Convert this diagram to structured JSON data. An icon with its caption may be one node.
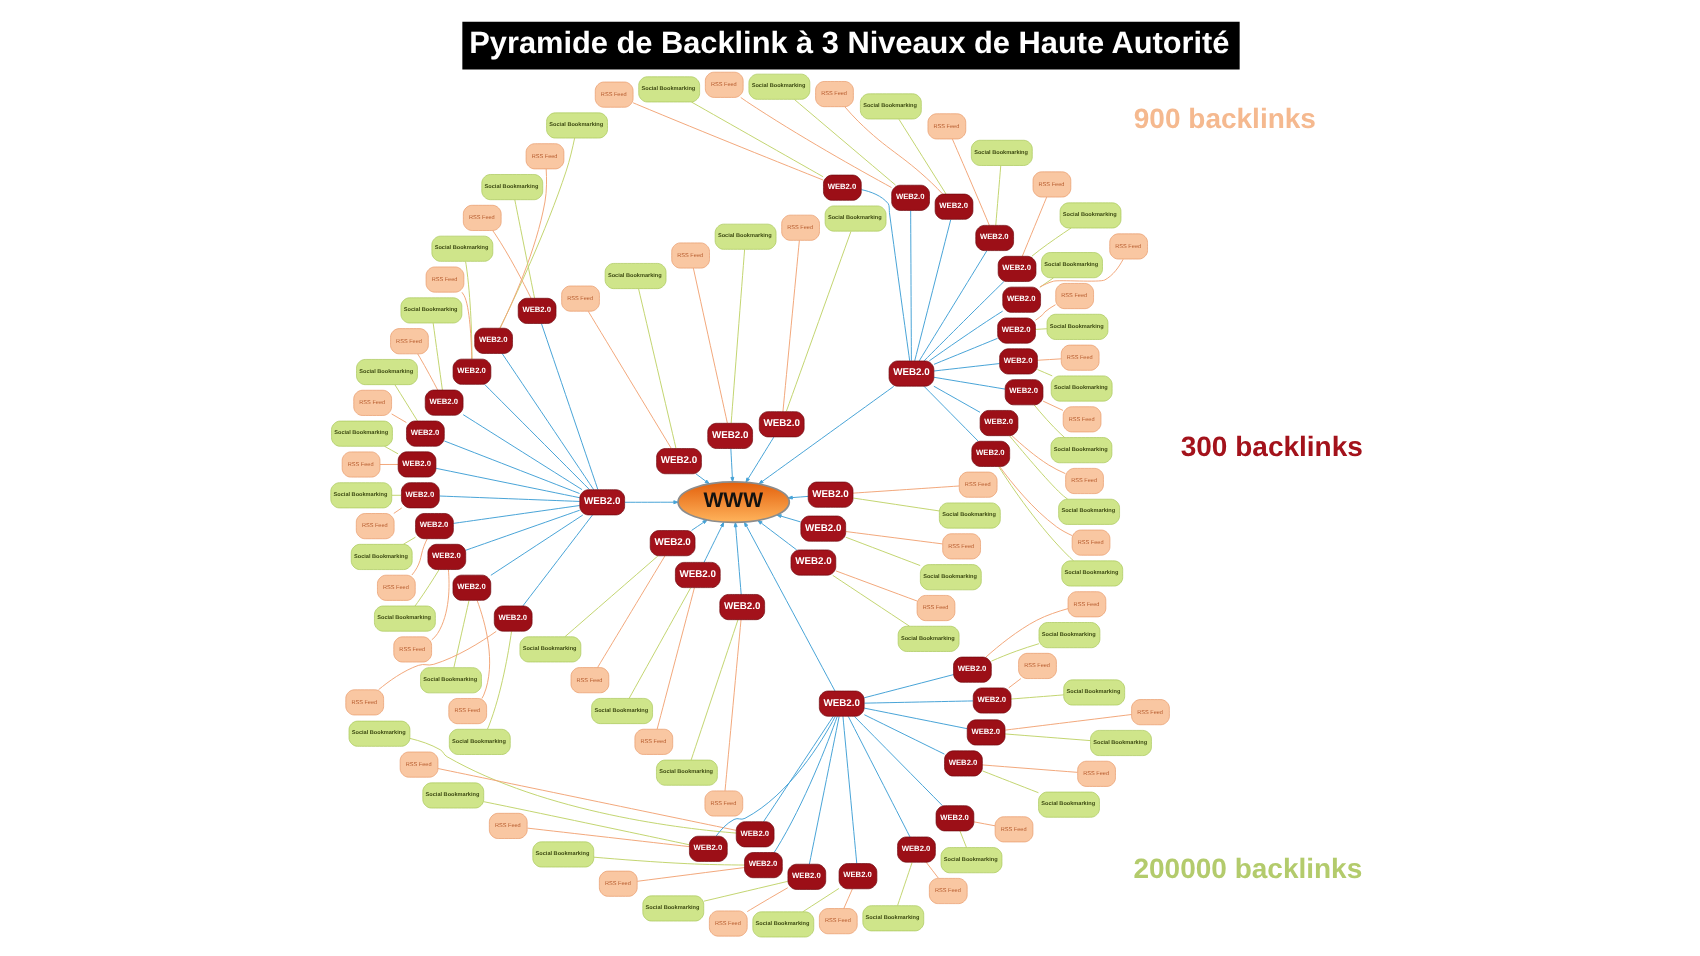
{
  "diagram": {
    "title": "Pyramide de Backlink à 3 Niveaux de Haute Autorité",
    "nodes": [
      {
        "text": [
          "WWW"
        ]
      },
      {
        "text": [
          "WEB2.0"
        ]
      },
      {
        "text": [
          "WEB2.0"
        ]
      },
      {
        "text": [
          "WEB2.0"
        ]
      },
      {
        "text": [
          "WEB2.0"
        ]
      },
      {
        "text": [
          "WEB2.0"
        ]
      },
      {
        "text": [
          "WEB2.0"
        ]
      },
      {
        "text": [
          "WEB2.0"
        ]
      },
      {
        "text": [
          "WEB2.0"
        ]
      },
      {
        "text": [
          "WEB2.0"
        ]
      },
      {
        "text": [
          "WEB2.0"
        ]
      },
      {
        "text": [
          "WEB2.0"
        ]
      },
      {
        "text": [
          "WEB2.0"
        ]
      },
      {
        "text": [
          "WEB2.0"
        ]
      },
      {
        "text": [
          "Social Bookmarking"
        ]
      },
      {
        "text": [
          "RSS Feed"
        ]
      },
      {
        "text": [
          "WEB2.0"
        ]
      },
      {
        "text": [
          "Social Bookmarking"
        ]
      },
      {
        "text": [
          "RSS Feed"
        ]
      },
      {
        "text": [
          "WEB2.0"
        ]
      },
      {
        "text": [
          "Social Bookmarking"
        ]
      },
      {
        "text": [
          "RSS Feed"
        ]
      },
      {
        "text": [
          "WEB2.0"
        ]
      },
      {
        "text": [
          "Social Bookmarking"
        ]
      },
      {
        "text": [
          "RSS Feed"
        ]
      },
      {
        "text": [
          "WEB2.0"
        ]
      },
      {
        "text": [
          "Social Bookmarking"
        ]
      },
      {
        "text": [
          "RSS Feed"
        ]
      },
      {
        "text": [
          "WEB2.0"
        ]
      },
      {
        "text": [
          "Social Bookmarking"
        ]
      },
      {
        "text": [
          "RSS Feed"
        ]
      },
      {
        "text": [
          "WEB2.0"
        ]
      },
      {
        "text": [
          "Social Bookmarking"
        ]
      },
      {
        "text": [
          "RSS Feed"
        ]
      },
      {
        "text": [
          "WEB2.0"
        ]
      },
      {
        "text": [
          "Social Bookmarking"
        ]
      },
      {
        "text": [
          "RSS Feed"
        ]
      },
      {
        "text": [
          "WEB2.0"
        ]
      },
      {
        "text": [
          "Social Bookmarking"
        ]
      },
      {
        "text": [
          "RSS Feed"
        ]
      },
      {
        "text": [
          "WEB2.0"
        ]
      },
      {
        "text": [
          "Social Bookmarking"
        ]
      },
      {
        "text": [
          "RSS Feed"
        ]
      },
      {
        "text": [
          "WEB2.0"
        ]
      },
      {
        "text": [
          "Social Bookmarking"
        ]
      },
      {
        "text": [
          "RSS Feed"
        ]
      },
      {
        "text": [
          "WEB2.0"
        ]
      },
      {
        "text": [
          "Social Bookmarking"
        ]
      },
      {
        "text": [
          "RSS Feed"
        ]
      },
      {
        "text": [
          "WEB2.0"
        ]
      },
      {
        "text": [
          "Social Bookmarking"
        ]
      },
      {
        "text": [
          "RSS Feed"
        ]
      },
      {
        "text": [
          "WEB2.0"
        ]
      },
      {
        "text": [
          "Social Bookmarking"
        ]
      },
      {
        "text": [
          "RSS Feed"
        ]
      },
      {
        "text": [
          "WEB2.0"
        ]
      },
      {
        "text": [
          "Social Bookmarking"
        ]
      },
      {
        "text": [
          "RSS Feed"
        ]
      },
      {
        "text": [
          "WEB2.0"
        ]
      },
      {
        "text": [
          "Social Bookmarking"
        ]
      },
      {
        "text": [
          "RSS Feed"
        ]
      },
      {
        "text": [
          "WEB2.0"
        ]
      },
      {
        "text": [
          "Social Bookmarking"
        ]
      },
      {
        "text": [
          "RSS Feed"
        ]
      },
      {
        "text": [
          "WEB2.0"
        ]
      },
      {
        "text": [
          "Social Bookmarking"
        ]
      },
      {
        "text": [
          "RSS Feed"
        ]
      },
      {
        "text": [
          "WEB2.0"
        ]
      },
      {
        "text": [
          "Social Bookmarking"
        ]
      },
      {
        "text": [
          "RSS Feed"
        ]
      },
      {
        "text": [
          "WEB2.0"
        ]
      },
      {
        "text": [
          "Social Bookmarking"
        ]
      },
      {
        "text": [
          "RSS Feed"
        ]
      },
      {
        "text": [
          "WEB2.0"
        ]
      },
      {
        "text": [
          "Social Bookmarking"
        ]
      },
      {
        "text": [
          "RSS Feed"
        ]
      },
      {
        "text": [
          "WEB2.0"
        ]
      },
      {
        "text": [
          "Social Bookmarking"
        ]
      },
      {
        "text": [
          "RSS Feed"
        ]
      },
      {
        "text": [
          "WEB2.0"
        ]
      },
      {
        "text": [
          "Social Bookmarking"
        ]
      },
      {
        "text": [
          "RSS Feed"
        ]
      },
      {
        "text": [
          "WEB2.0"
        ]
      },
      {
        "text": [
          "Social Bookmarking"
        ]
      },
      {
        "text": [
          "RSS Feed"
        ]
      },
      {
        "text": [
          "WEB2.0"
        ]
      },
      {
        "text": [
          "Social Bookmarking"
        ]
      },
      {
        "text": [
          "RSS Feed"
        ]
      },
      {
        "text": [
          "WEB2.0"
        ]
      },
      {
        "text": [
          "Social Bookmarking"
        ]
      },
      {
        "text": [
          "RSS Feed"
        ]
      },
      {
        "text": [
          "WEB2.0"
        ]
      },
      {
        "text": [
          "Social Bookmarking"
        ]
      },
      {
        "text": [
          "RSS Feed"
        ]
      },
      {
        "text": [
          "WEB2.0"
        ]
      },
      {
        "text": [
          "Social Bookmarking"
        ]
      },
      {
        "text": [
          "RSS Feed"
        ]
      },
      {
        "text": [
          "WEB2.0"
        ]
      },
      {
        "text": [
          "Social Bookmarking"
        ]
      },
      {
        "text": [
          "RSS Feed"
        ]
      },
      {
        "text": [
          "WEB2.0"
        ]
      },
      {
        "text": [
          "Social Bookmarking"
        ]
      },
      {
        "text": [
          "RSS Feed"
        ]
      },
      {
        "text": [
          "WEB2.0"
        ]
      },
      {
        "text": [
          "Social Bookmarking"
        ]
      },
      {
        "text": [
          "RSS Feed"
        ]
      },
      {
        "text": [
          "WEB2.0"
        ]
      },
      {
        "text": [
          "Social Bookmarking"
        ]
      },
      {
        "text": [
          "RSS Feed"
        ]
      },
      {
        "text": [
          "WEB2.0"
        ]
      },
      {
        "text": [
          "Social Bookmarking"
        ]
      },
      {
        "text": [
          "RSS Feed"
        ]
      },
      {
        "text": [
          "Social Bookmarking"
        ]
      },
      {
        "text": [
          "RSS Feed"
        ]
      },
      {
        "text": [
          "Social Bookmarking"
        ]
      },
      {
        "text": [
          "RSS Feed"
        ]
      },
      {
        "text": [
          "Social Bookmarking"
        ]
      },
      {
        "text": [
          "RSS Feed"
        ]
      },
      {
        "text": [
          "Social Bookmarking"
        ]
      },
      {
        "text": [
          "RSS Feed"
        ]
      },
      {
        "text": [
          "Social Bookmarking"
        ]
      },
      {
        "text": [
          "RSS Feed"
        ]
      },
      {
        "text": [
          "Social Bookmarking"
        ]
      },
      {
        "text": [
          "RSS Feed"
        ]
      },
      {
        "text": [
          "Social Bookmarking"
        ]
      },
      {
        "text": [
          "RSS Feed"
        ]
      },
      {
        "text": [
          "Social Bookmarking"
        ]
      },
      {
        "text": [
          "RSS Feed"
        ]
      },
      {
        "text": [
          "Social Bookmarking"
        ]
      },
      {
        "text": [
          "RSS Feed"
        ]
      }
    ],
    "edges": [
      {
        "from": 1,
        "to": 0,
        "arrow": "to"
      },
      {
        "from": 2,
        "to": 0,
        "arrow": "to"
      },
      {
        "from": 3,
        "to": 0,
        "arrow": "to"
      },
      {
        "from": 4,
        "to": 0,
        "arrow": "to"
      },
      {
        "from": 5,
        "to": 0,
        "arrow": "to"
      },
      {
        "from": 6,
        "to": 0,
        "arrow": "to"
      },
      {
        "from": 7,
        "to": 0,
        "arrow": "to"
      },
      {
        "from": 8,
        "to": 0,
        "arrow": "to"
      },
      {
        "from": 9,
        "to": 0,
        "arrow": "to"
      },
      {
        "from": 10,
        "to": 0,
        "arrow": "to"
      },
      {
        "from": 11,
        "to": 0,
        "arrow": "to"
      },
      {
        "from": 12,
        "to": 0,
        "arrow": "to"
      },
      {
        "from": 13,
        "to": 1,
        "arrow": "none"
      },
      {
        "from": 13,
        "to": 14,
        "arrow": "none",
        "color": "#c2d46e"
      },
      {
        "from": 13,
        "to": 15,
        "arrow": "none",
        "color": "#f2a679"
      },
      {
        "from": 16,
        "to": 1,
        "arrow": "none"
      },
      {
        "from": 16,
        "to": 17,
        "arrow": "none",
        "color": "#c2d46e"
      },
      {
        "from": 16,
        "to": 18,
        "arrow": "none",
        "color": "#f2a679"
      },
      {
        "from": 19,
        "to": 1,
        "arrow": "none"
      },
      {
        "from": 19,
        "to": 20,
        "arrow": "none",
        "color": "#c2d46e"
      },
      {
        "from": 19,
        "to": 21,
        "arrow": "none",
        "color": "#f2a679"
      },
      {
        "from": 22,
        "to": 1,
        "arrow": "none"
      },
      {
        "from": 22,
        "to": 23,
        "arrow": "none",
        "color": "#c2d46e"
      },
      {
        "from": 22,
        "to": 24,
        "arrow": "none",
        "color": "#f2a679"
      },
      {
        "from": 25,
        "to": 1,
        "arrow": "none"
      },
      {
        "from": 25,
        "to": 26,
        "arrow": "none",
        "color": "#c2d46e"
      },
      {
        "from": 25,
        "to": 27,
        "arrow": "none",
        "color": "#f2a679"
      },
      {
        "from": 28,
        "to": 1,
        "arrow": "none"
      },
      {
        "from": 28,
        "to": 29,
        "arrow": "none",
        "color": "#c2d46e"
      },
      {
        "from": 28,
        "to": 30,
        "arrow": "none",
        "color": "#f2a679"
      },
      {
        "from": 31,
        "to": 1,
        "arrow": "none"
      },
      {
        "from": 31,
        "to": 32,
        "arrow": "none",
        "color": "#c2d46e"
      },
      {
        "from": 31,
        "to": 33,
        "arrow": "none",
        "color": "#f2a679"
      },
      {
        "from": 34,
        "to": 1,
        "arrow": "none"
      },
      {
        "from": 34,
        "to": 35,
        "arrow": "none",
        "color": "#c2d46e"
      },
      {
        "from": 34,
        "to": 36,
        "arrow": "none",
        "color": "#f2a679"
      },
      {
        "from": 37,
        "to": 1,
        "arrow": "none"
      },
      {
        "from": 37,
        "to": 38,
        "arrow": "none",
        "color": "#c2d46e"
      },
      {
        "from": 37,
        "to": 39,
        "arrow": "none",
        "color": "#f2a679"
      },
      {
        "from": 40,
        "to": 1,
        "arrow": "none"
      },
      {
        "from": 40,
        "to": 41,
        "arrow": "none",
        "color": "#c2d46e"
      },
      {
        "from": 40,
        "to": 42,
        "arrow": "none",
        "color": "#f2a679"
      },
      {
        "from": 43,
        "to": 1,
        "arrow": "none"
      },
      {
        "from": 43,
        "to": 44,
        "arrow": "none",
        "color": "#c2d46e"
      },
      {
        "from": 43,
        "to": 45,
        "arrow": "none",
        "color": "#f2a679"
      },
      {
        "from": 46,
        "to": 9,
        "arrow": "none"
      },
      {
        "from": 46,
        "to": 47,
        "arrow": "none",
        "color": "#c2d46e"
      },
      {
        "from": 46,
        "to": 48,
        "arrow": "none",
        "color": "#f2a679"
      },
      {
        "from": 49,
        "to": 9,
        "arrow": "none"
      },
      {
        "from": 49,
        "to": 50,
        "arrow": "none",
        "color": "#c2d46e"
      },
      {
        "from": 49,
        "to": 51,
        "arrow": "none",
        "color": "#f2a679"
      },
      {
        "from": 52,
        "to": 9,
        "arrow": "none"
      },
      {
        "from": 52,
        "to": 53,
        "arrow": "none",
        "color": "#c2d46e"
      },
      {
        "from": 52,
        "to": 54,
        "arrow": "none",
        "color": "#f2a679"
      },
      {
        "from": 55,
        "to": 9,
        "arrow": "none"
      },
      {
        "from": 55,
        "to": 56,
        "arrow": "none",
        "color": "#c2d46e"
      },
      {
        "from": 55,
        "to": 57,
        "arrow": "none",
        "color": "#f2a679"
      },
      {
        "from": 58,
        "to": 9,
        "arrow": "none"
      },
      {
        "from": 58,
        "to": 59,
        "arrow": "none",
        "color": "#c2d46e"
      },
      {
        "from": 58,
        "to": 60,
        "arrow": "none",
        "color": "#f2a679"
      },
      {
        "from": 61,
        "to": 9,
        "arrow": "none"
      },
      {
        "from": 61,
        "to": 62,
        "arrow": "none",
        "color": "#c2d46e"
      },
      {
        "from": 61,
        "to": 63,
        "arrow": "none",
        "color": "#f2a679"
      },
      {
        "from": 64,
        "to": 9,
        "arrow": "none"
      },
      {
        "from": 64,
        "to": 65,
        "arrow": "none",
        "color": "#c2d46e"
      },
      {
        "from": 64,
        "to": 66,
        "arrow": "none",
        "color": "#f2a679"
      },
      {
        "from": 67,
        "to": 9,
        "arrow": "none"
      },
      {
        "from": 67,
        "to": 68,
        "arrow": "none",
        "color": "#c2d46e"
      },
      {
        "from": 67,
        "to": 69,
        "arrow": "none",
        "color": "#f2a679"
      },
      {
        "from": 70,
        "to": 9,
        "arrow": "none"
      },
      {
        "from": 70,
        "to": 71,
        "arrow": "none",
        "color": "#c2d46e"
      },
      {
        "from": 70,
        "to": 72,
        "arrow": "none",
        "color": "#f2a679"
      },
      {
        "from": 73,
        "to": 9,
        "arrow": "none"
      },
      {
        "from": 73,
        "to": 74,
        "arrow": "none",
        "color": "#c2d46e"
      },
      {
        "from": 73,
        "to": 75,
        "arrow": "none",
        "color": "#f2a679"
      },
      {
        "from": 76,
        "to": 9,
        "arrow": "none"
      },
      {
        "from": 76,
        "to": 77,
        "arrow": "none",
        "color": "#c2d46e"
      },
      {
        "from": 76,
        "to": 78,
        "arrow": "none",
        "color": "#f2a679"
      },
      {
        "from": 79,
        "to": 5,
        "arrow": "none"
      },
      {
        "from": 79,
        "to": 80,
        "arrow": "none",
        "color": "#c2d46e"
      },
      {
        "from": 79,
        "to": 81,
        "arrow": "none",
        "color": "#f2a679"
      },
      {
        "from": 82,
        "to": 5,
        "arrow": "none"
      },
      {
        "from": 82,
        "to": 83,
        "arrow": "none",
        "color": "#c2d46e"
      },
      {
        "from": 82,
        "to": 84,
        "arrow": "none",
        "color": "#f2a679"
      },
      {
        "from": 85,
        "to": 5,
        "arrow": "none"
      },
      {
        "from": 85,
        "to": 86,
        "arrow": "none",
        "color": "#c2d46e"
      },
      {
        "from": 85,
        "to": 87,
        "arrow": "none",
        "color": "#f2a679"
      },
      {
        "from": 88,
        "to": 5,
        "arrow": "none"
      },
      {
        "from": 88,
        "to": 89,
        "arrow": "none",
        "color": "#c2d46e"
      },
      {
        "from": 88,
        "to": 90,
        "arrow": "none",
        "color": "#f2a679"
      },
      {
        "from": 91,
        "to": 5,
        "arrow": "none"
      },
      {
        "from": 91,
        "to": 92,
        "arrow": "none",
        "color": "#c2d46e"
      },
      {
        "from": 91,
        "to": 93,
        "arrow": "none",
        "color": "#f2a679"
      },
      {
        "from": 94,
        "to": 5,
        "arrow": "none"
      },
      {
        "from": 94,
        "to": 95,
        "arrow": "none",
        "color": "#c2d46e"
      },
      {
        "from": 94,
        "to": 96,
        "arrow": "none",
        "color": "#f2a679"
      },
      {
        "from": 97,
        "to": 5,
        "arrow": "none"
      },
      {
        "from": 97,
        "to": 98,
        "arrow": "none",
        "color": "#c2d46e"
      },
      {
        "from": 97,
        "to": 99,
        "arrow": "none",
        "color": "#f2a679"
      },
      {
        "from": 100,
        "to": 5,
        "arrow": "none"
      },
      {
        "from": 100,
        "to": 101,
        "arrow": "none",
        "color": "#c2d46e"
      },
      {
        "from": 100,
        "to": 102,
        "arrow": "none",
        "color": "#f2a679"
      },
      {
        "from": 103,
        "to": 5,
        "arrow": "none"
      },
      {
        "from": 103,
        "to": 104,
        "arrow": "none",
        "color": "#c2d46e"
      },
      {
        "from": 103,
        "to": 105,
        "arrow": "none",
        "color": "#f2a679"
      },
      {
        "from": 106,
        "to": 5,
        "arrow": "none"
      },
      {
        "from": 106,
        "to": 107,
        "arrow": "none",
        "color": "#c2d46e"
      },
      {
        "from": 106,
        "to": 108,
        "arrow": "none",
        "color": "#f2a679"
      },
      {
        "from": 109,
        "to": 5,
        "arrow": "none"
      },
      {
        "from": 109,
        "to": 110,
        "arrow": "none",
        "color": "#c2d46e"
      },
      {
        "from": 109,
        "to": 111,
        "arrow": "none",
        "color": "#f2a679"
      },
      {
        "from": 2,
        "to": 112,
        "arrow": "none",
        "color": "#c2d46e"
      },
      {
        "from": 2,
        "to": 113,
        "arrow": "none",
        "color": "#f2a679"
      },
      {
        "from": 3,
        "to": 114,
        "arrow": "none",
        "color": "#c2d46e"
      },
      {
        "from": 3,
        "to": 115,
        "arrow": "none",
        "color": "#f2a679"
      },
      {
        "from": 4,
        "to": 116,
        "arrow": "none",
        "color": "#c2d46e"
      },
      {
        "from": 4,
        "to": 117,
        "arrow": "none",
        "color": "#f2a679"
      },
      {
        "from": 6,
        "to": 118,
        "arrow": "none",
        "color": "#c2d46e"
      },
      {
        "from": 6,
        "to": 119,
        "arrow": "none",
        "color": "#f2a679"
      },
      {
        "from": 7,
        "to": 120,
        "arrow": "none",
        "color": "#c2d46e"
      },
      {
        "from": 7,
        "to": 121,
        "arrow": "none",
        "color": "#f2a679"
      },
      {
        "from": 8,
        "to": 122,
        "arrow": "none",
        "color": "#c2d46e"
      },
      {
        "from": 8,
        "to": 123,
        "arrow": "none",
        "color": "#f2a679"
      },
      {
        "from": 10,
        "to": 124,
        "arrow": "none",
        "color": "#c2d46e"
      },
      {
        "from": 10,
        "to": 125,
        "arrow": "none",
        "color": "#f2a679"
      },
      {
        "from": 11,
        "to": 126,
        "arrow": "none",
        "color": "#c2d46e"
      },
      {
        "from": 11,
        "to": 127,
        "arrow": "none",
        "color": "#f2a679"
      },
      {
        "from": 12,
        "to": 128,
        "arrow": "none",
        "color": "#c2d46e"
      },
      {
        "from": 12,
        "to": 129,
        "arrow": "none",
        "color": "#f2a679"
      }
    ],
    "labels": [
      "200000 backlinks",
      "900 backlinks",
      "300 backlinks"
    ]
  }
}
